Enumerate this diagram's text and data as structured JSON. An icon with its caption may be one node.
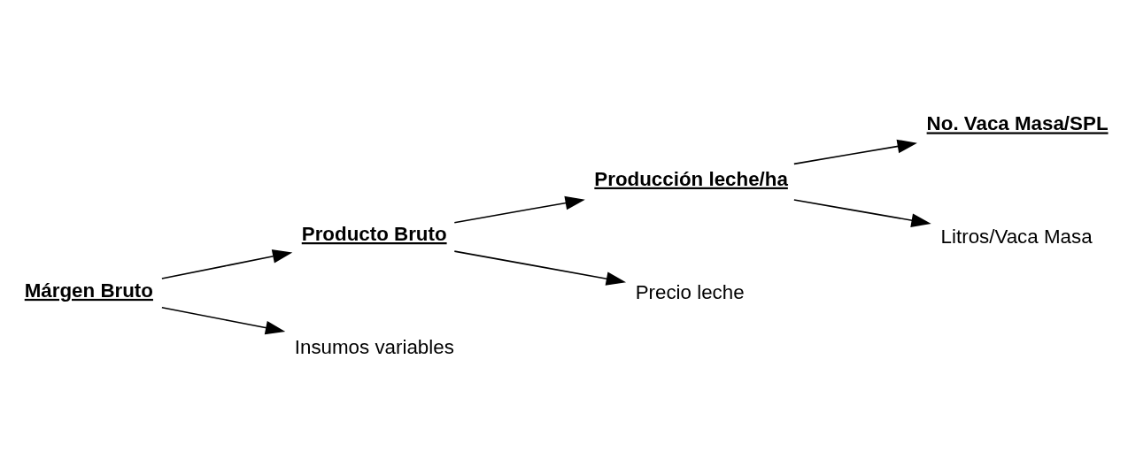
{
  "diagram": {
    "nodes": [
      {
        "text": [
          "No. Vaca Masa/SPL"
        ]
      },
      {
        "text": [
          "Producción leche/ha"
        ]
      },
      {
        "text": [
          "Producto Bruto"
        ]
      },
      {
        "text": [
          "Litros/Vaca Masa"
        ]
      },
      {
        "text": [
          "Precio leche"
        ]
      },
      {
        "text": [
          "Márgen Bruto"
        ]
      },
      {
        "text": [
          "Insumos variables"
        ]
      }
    ],
    "edges": [
      {
        "from": 5,
        "to": 2,
        "arrow": "to"
      },
      {
        "from": 5,
        "to": 6,
        "arrow": "to"
      },
      {
        "from": 2,
        "to": 1,
        "arrow": "to"
      },
      {
        "from": 2,
        "to": 4,
        "arrow": "to"
      },
      {
        "from": 1,
        "to": 0,
        "arrow": "to"
      },
      {
        "from": 1,
        "to": 3,
        "arrow": "to"
      }
    ]
  }
}
